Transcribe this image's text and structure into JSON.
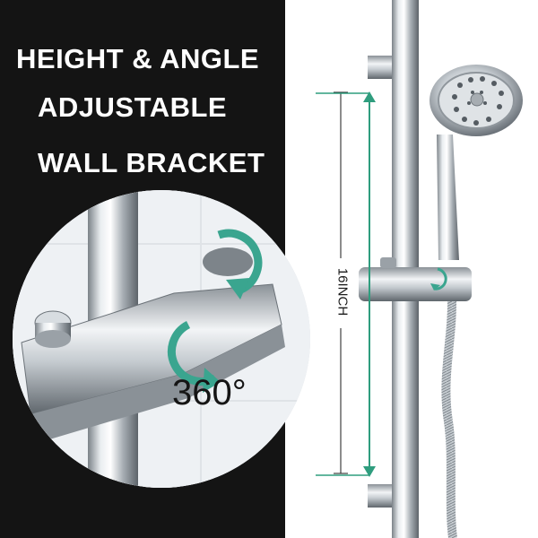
{
  "headline": {
    "line1": "HEIGHT & ANGLE",
    "line2": "ADJUSTABLE",
    "line3": "WALL BRACKET"
  },
  "rotation_label": "360°",
  "dimension_label": "16INCH",
  "colors": {
    "panel_background": "#141414",
    "headline_text": "#ffffff",
    "teal_arrow": "#3aa58f",
    "dimension_line": "#2f9d7e",
    "chrome_mid": "#b9c0c6"
  },
  "icons": [
    "rotate-arrow-icon",
    "double-arrow-icon"
  ]
}
